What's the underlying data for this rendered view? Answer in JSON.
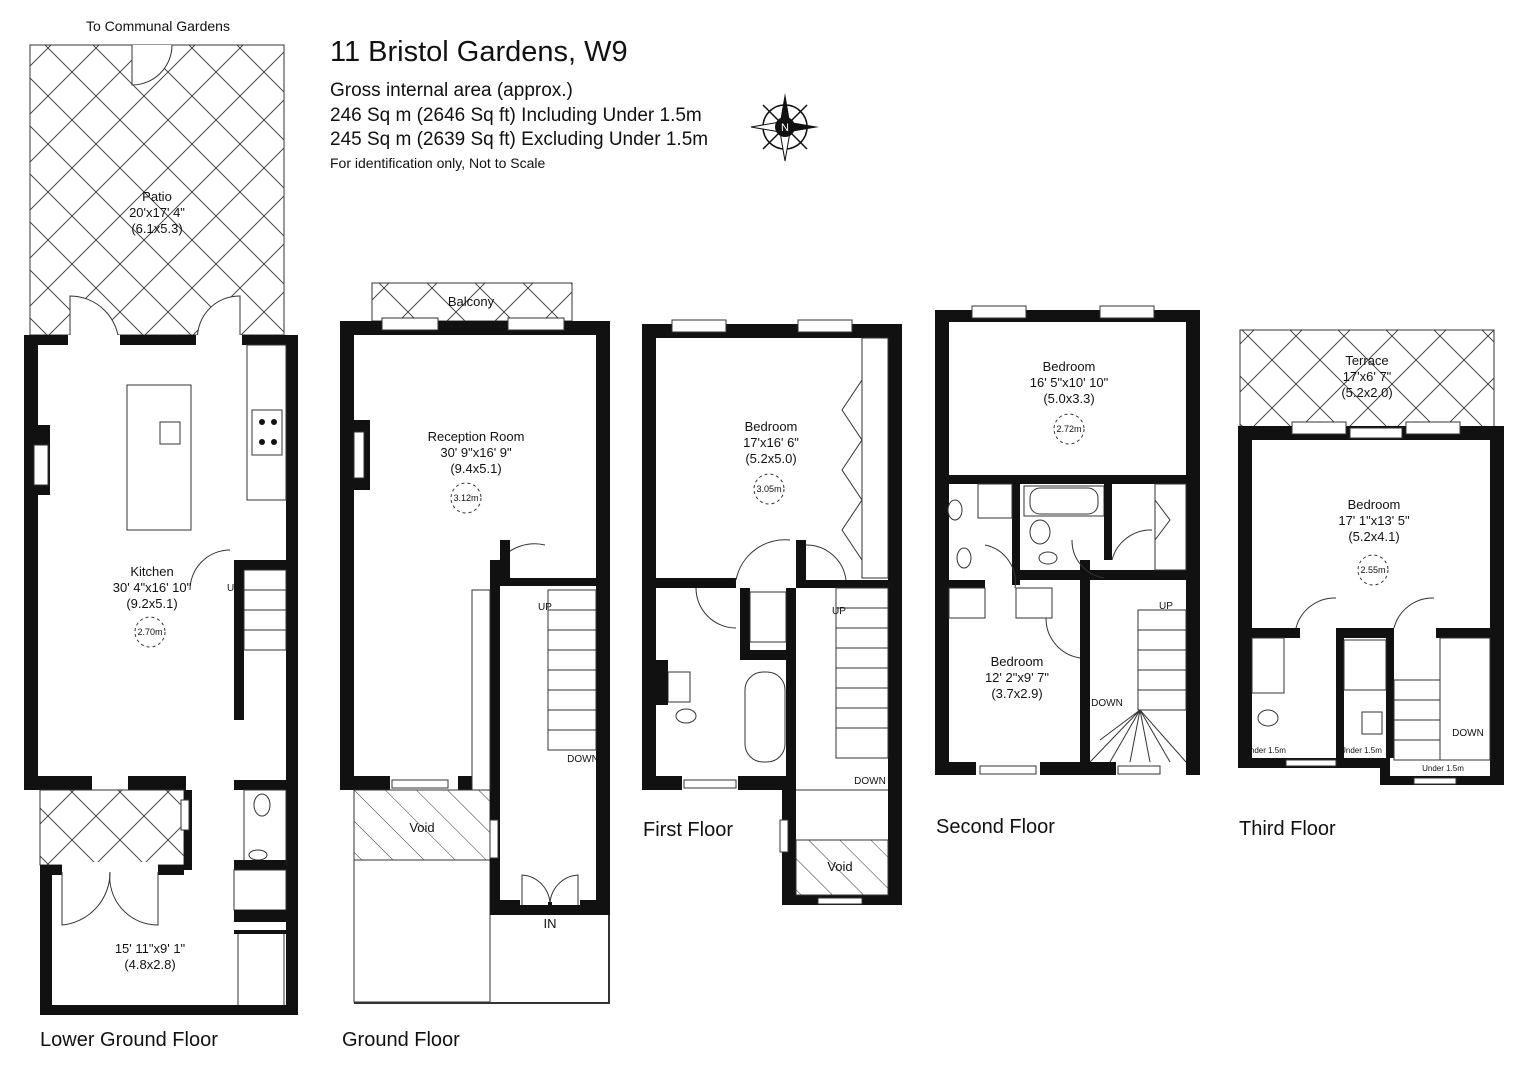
{
  "header": {
    "communal_label": "To Communal Gardens",
    "address": "11 Bristol Gardens, W9",
    "gia_label": "Gross internal area (approx.)",
    "area_including": "246 Sq m (2646 Sq ft) Including Under 1.5m",
    "area_excluding": "245 Sq m (2639 Sq ft) Excluding Under 1.5m",
    "disclaimer": "For identification only, Not to Scale"
  },
  "compass": {
    "icon": "compass-rose-icon",
    "letter": "N"
  },
  "floors": {
    "lower_ground": {
      "label": "Lower Ground Floor",
      "patio": {
        "name": "Patio",
        "imperial": "20'x17' 4\"",
        "metric": "(6.1x5.3)"
      },
      "kitchen": {
        "name": "Kitchen",
        "imperial": "30' 4\"x16' 10\"",
        "metric": "(9.2x5.1)",
        "ceiling": "2.70m"
      },
      "front_room": {
        "imperial": "15' 11\"x9' 1\"",
        "metric": "(4.8x2.8)"
      },
      "stair": "UP"
    },
    "ground": {
      "label": "Ground Floor",
      "balcony": "Balcony",
      "reception": {
        "name": "Reception Room",
        "imperial": "30' 9\"x16' 9\"",
        "metric": "(9.4x5.1)",
        "ceiling": "3.12m"
      },
      "void": "Void",
      "entrance": "IN",
      "stair_up": "UP",
      "stair_down": "DOWN"
    },
    "first": {
      "label": "First Floor",
      "bedroom": {
        "name": "Bedroom",
        "imperial": "17'x16' 6\"",
        "metric": "(5.2x5.0)",
        "ceiling": "3.05m"
      },
      "void": "Void",
      "stair_up": "UP",
      "stair_down": "DOWN"
    },
    "second": {
      "label": "Second Floor",
      "bedroom_rear": {
        "name": "Bedroom",
        "imperial": "16' 5\"x10' 10\"",
        "metric": "(5.0x3.3)",
        "ceiling": "2.72m"
      },
      "bedroom_front": {
        "name": "Bedroom",
        "imperial": "12' 2\"x9' 7\"",
        "metric": "(3.7x2.9)"
      },
      "stair_up": "UP",
      "stair_down": "DOWN"
    },
    "third": {
      "label": "Third Floor",
      "terrace": {
        "name": "Terrace",
        "imperial": "17'x6' 7\"",
        "metric": "(5.2x2.0)"
      },
      "bedroom": {
        "name": "Bedroom",
        "imperial": "17' 1\"x13' 5\"",
        "metric": "(5.2x4.1)",
        "ceiling": "2.55m"
      },
      "under_label": "Under 1.5m",
      "stair_down": "DOWN"
    }
  }
}
